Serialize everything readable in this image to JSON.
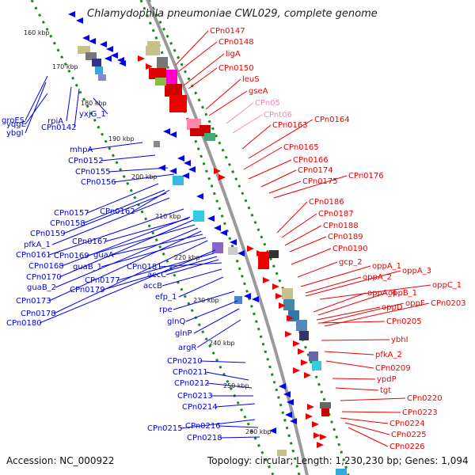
{
  "title": "Chlamydophila pneumoniae CWL029, complete genome",
  "footer": {
    "accession": "Accession: NC_000922",
    "summary": "Topology: circular; Length: 1,230,230 bp; Genes: 1,094"
  },
  "colors": {
    "backbone": "#9a9a9a",
    "tick": "#1a8a1a",
    "forward": "#0000ee",
    "reverse": "#ee0000",
    "rna": "#ee88bb"
  },
  "kbp_labels": [
    "160 kbp",
    "170 kbp",
    "180 kbp",
    "190 kbp",
    "200 kbp",
    "210 kbp",
    "220 kbp",
    "230 kbp",
    "240 kbp",
    "250 kbp",
    "260 kbp"
  ],
  "left_labels": [
    "groES",
    "ybgI",
    "yqgE",
    "rpiA",
    "CPn0142",
    "180 kbp",
    "yxjG_1",
    "mhpA",
    "CPn0152",
    "CPn0155",
    "CPn0156",
    "CPn0157",
    "CPn0162",
    "CPn0158",
    "CPn0159",
    "pfkA_1",
    "CPn0167",
    "CPn0161",
    "CPn0169",
    "guaA",
    "CPn0168",
    "guaB_1",
    "CPn0170",
    "CPn0177",
    "CPn0181",
    "guaB_2",
    "CPn0179",
    "accC",
    "CPn0173",
    "accB",
    "CPn0178",
    "efp_1",
    "CPn0180",
    "rpe",
    "glnQ",
    "glnP",
    "argR",
    "CPn0210",
    "CPn0211",
    "CPn0212",
    "CPn0213",
    "CPn0214",
    "CPn0215",
    "CPn0216",
    "CPn0218"
  ],
  "right_labels": [
    "CPn0147",
    "CPn0148",
    "ligA",
    "CPn0150",
    "leuS",
    "gseA",
    "CPn05",
    "CPnt06",
    "CPn0163",
    "CPn0164",
    "CPn0165",
    "CPn0166",
    "CPn0174",
    "CPn0175",
    "CPn0176",
    "CPn0186",
    "CPn0187",
    "CPn0188",
    "CPn0189",
    "CPn0190",
    "gcp_2",
    "oppA_1",
    "oppA_3",
    "oppA_2",
    "oppC_1",
    "oppA_4",
    "oppB_1",
    "oppD",
    "oppF",
    "CPn0203",
    "CPn0205",
    "ybhI",
    "pfkA_2",
    "CPn0209",
    "ypdP",
    "tgt",
    "CPn0220",
    "CPn0223",
    "CPn0224",
    "CPn0225",
    "CPn0226"
  ]
}
